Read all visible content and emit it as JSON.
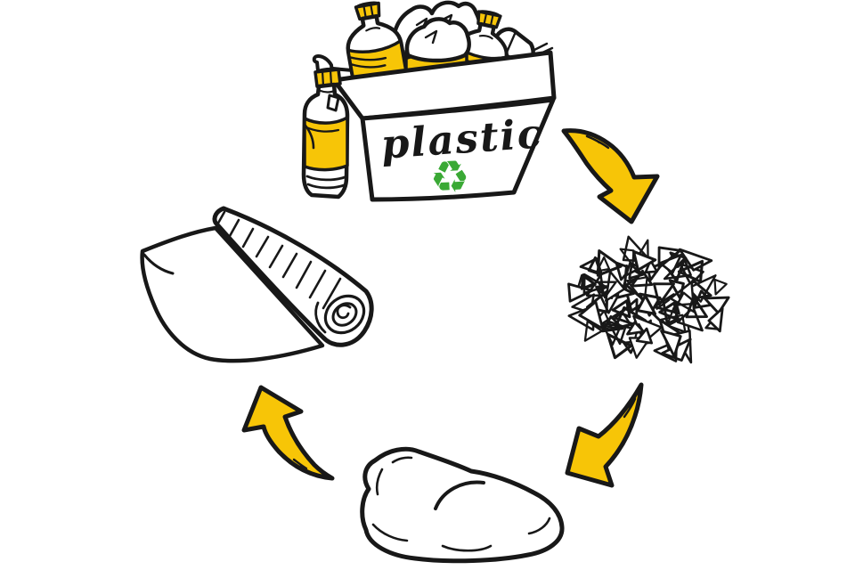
{
  "illustration": {
    "alt": "Hand-drawn plastic recycling cycle",
    "bin": {
      "label": "plastic",
      "recycle_symbol": "♻"
    },
    "colors": {
      "accent_yellow": "#F7C507",
      "outline_black": "#181818",
      "recycle_green": "#3AA935",
      "background": "#FFFFFF"
    },
    "stages": [
      {
        "name": "plastic-bottles-collection-bin"
      },
      {
        "name": "shredded-plastic-flakes-pile"
      },
      {
        "name": "melted-plastic-lump"
      },
      {
        "name": "recycled-plastic-sheet-roll"
      }
    ],
    "connectors": [
      {
        "name": "arrow-bin-to-flakes",
        "direction": "down-right"
      },
      {
        "name": "arrow-flakes-to-lump",
        "direction": "down-left"
      },
      {
        "name": "arrow-lump-to-roll",
        "direction": "up-left"
      }
    ]
  }
}
